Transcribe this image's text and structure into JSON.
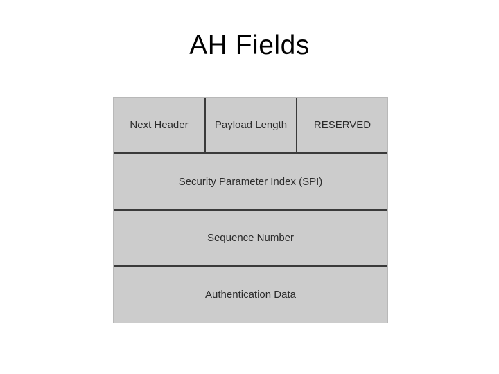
{
  "slide": {
    "title": "AH Fields",
    "background_color": "#ffffff",
    "title_color": "#000000"
  },
  "diagram": {
    "name": "ah-header-field-layout",
    "cell_fill_color": "#cccccc",
    "border_color": "#3a3a3a",
    "text_color": "#2b2b2b",
    "rows": [
      {
        "name": "header-row",
        "cells": [
          {
            "label": "Next Header"
          },
          {
            "label": "Payload Length"
          },
          {
            "label": "RESERVED"
          }
        ]
      },
      {
        "name": "spi-row",
        "cells": [
          {
            "label": "Security Parameter Index (SPI)"
          }
        ]
      },
      {
        "name": "sequence-row",
        "cells": [
          {
            "label": "Sequence Number"
          }
        ]
      },
      {
        "name": "authentication-row",
        "cells": [
          {
            "label": "Authentication Data"
          }
        ]
      }
    ]
  }
}
